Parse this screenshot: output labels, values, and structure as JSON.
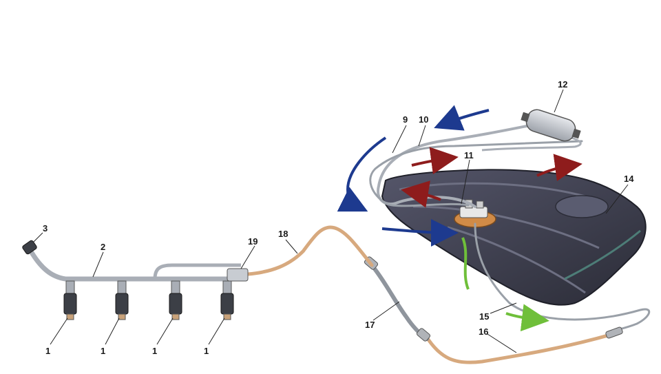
{
  "diagram": {
    "callouts": [
      {
        "id": "injector-a",
        "label": "1"
      },
      {
        "id": "injector-b",
        "label": "1"
      },
      {
        "id": "injector-c",
        "label": "1"
      },
      {
        "id": "injector-d",
        "label": "1"
      },
      {
        "id": "fuel-rail",
        "label": "2"
      },
      {
        "id": "pressure-fitting",
        "label": "3"
      },
      {
        "id": "return-line",
        "label": "9"
      },
      {
        "id": "supply-line",
        "label": "10"
      },
      {
        "id": "fuel-pump-module",
        "label": "11"
      },
      {
        "id": "fuel-filter",
        "label": "12"
      },
      {
        "id": "fuel-tank",
        "label": "14"
      },
      {
        "id": "vapor-line",
        "label": "15"
      },
      {
        "id": "hose-16",
        "label": "16"
      },
      {
        "id": "hose-17",
        "label": "17"
      },
      {
        "id": "hose-18",
        "label": "18"
      },
      {
        "id": "rail-connector",
        "label": "19"
      }
    ],
    "colors": {
      "pipe_gray": "#a9aeb6",
      "pipe_copper": "#d7a97e",
      "tank_dark": "#3a3b48",
      "filter_silver": "#c8ccd2",
      "arrow_blue": "#1d3a8f",
      "arrow_red": "#8e1c1c",
      "arrow_green": "#6fbf3a",
      "injector_dark": "#3c3f46"
    }
  }
}
